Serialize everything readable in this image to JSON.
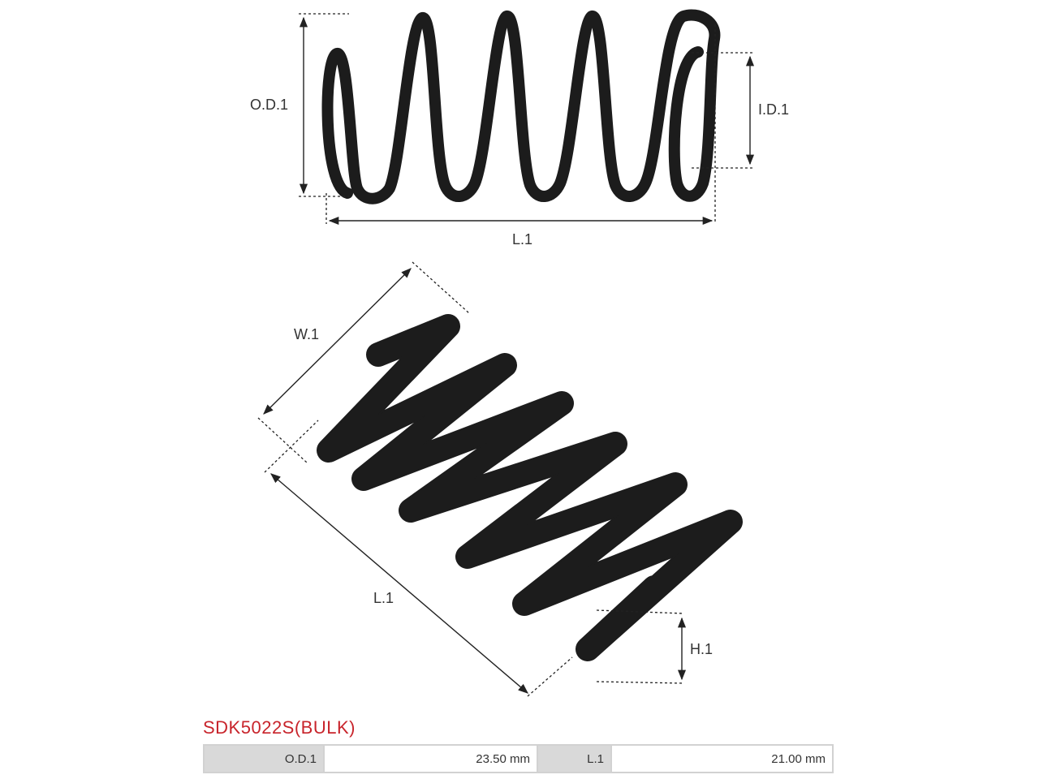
{
  "diagram": {
    "labels": {
      "top_od": "O.D.1",
      "top_id": "I.D.1",
      "top_length": "L.1",
      "bottom_width": "W.1",
      "bottom_length": "L.1",
      "bottom_height": "H.1"
    }
  },
  "part": {
    "code": "SDK5022S(BULK)"
  },
  "specs": [
    {
      "label": "O.D.1",
      "value": "23.50 mm"
    },
    {
      "label": "L.1",
      "value": "21.00 mm"
    }
  ]
}
